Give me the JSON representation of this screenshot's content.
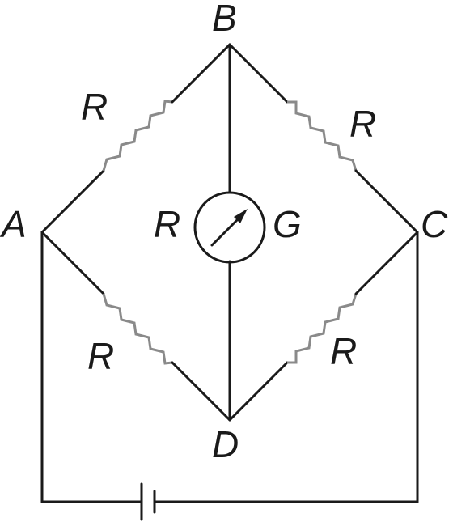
{
  "nodes": {
    "A": "A",
    "B": "B",
    "C": "C",
    "D": "D"
  },
  "resistors": {
    "AB": "R",
    "BC": "R",
    "AD": "R",
    "DC": "R",
    "galvanometer_branch": "R"
  },
  "galvanometer": {
    "label": "G"
  },
  "colors": {
    "wire": "#1a1a1a",
    "resistor": "#8a8a8a"
  }
}
